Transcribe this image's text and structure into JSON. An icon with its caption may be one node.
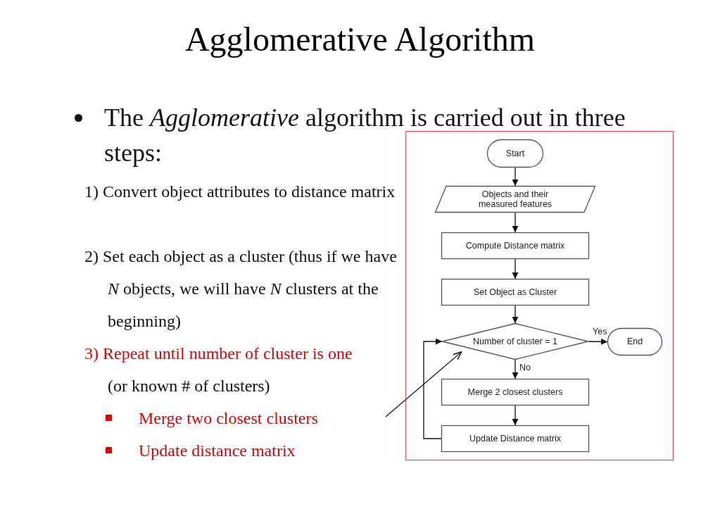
{
  "diagram": {
    "title": "Agglomerative Algorithm",
    "nodes": [
      {
        "text": [
          "Start"
        ]
      },
      {
        "text": [
          "Objects and their measured features"
        ]
      },
      {
        "text": [
          "Compute Distance matrix"
        ]
      },
      {
        "text": [
          "Set Object as Cluster"
        ]
      },
      {
        "text": [
          "Number of cluster = 1"
        ]
      },
      {
        "text": [
          "End"
        ]
      },
      {
        "text": [
          "Merge 2 closest clusters"
        ]
      },
      {
        "text": [
          "Update Distance matrix"
        ]
      },
      {
        "text": [
          "3) Repeat until number of cluster is one",
          "(or known # of clusters)"
        ]
      }
    ],
    "edges": [
      {
        "from": 0,
        "to": 1,
        "arrow": "to"
      },
      {
        "from": 1,
        "to": 2,
        "arrow": "to"
      },
      {
        "from": 2,
        "to": 3,
        "arrow": "to"
      },
      {
        "from": 3,
        "to": 4,
        "arrow": "to"
      },
      {
        "from": 4,
        "to": 5,
        "arrow": "to",
        "label": "Yes"
      },
      {
        "from": 4,
        "to": 6,
        "arrow": "to",
        "label": "No"
      },
      {
        "from": 6,
        "to": 7,
        "arrow": "to"
      },
      {
        "from": 7,
        "to": 4,
        "arrow": "to"
      },
      {
        "from": 8,
        "to": 4,
        "arrow": "to"
      }
    ],
    "labels": [
      "The *Agglomerative* algorithm is carried out in three steps:",
      "1) Convert object attributes to distance matrix",
      "2) Set each object as a cluster (thus if we have *N* objects, we will have *N* clusters at the beginning)",
      "Merge two closest clusters",
      "Update distance matrix"
    ]
  }
}
